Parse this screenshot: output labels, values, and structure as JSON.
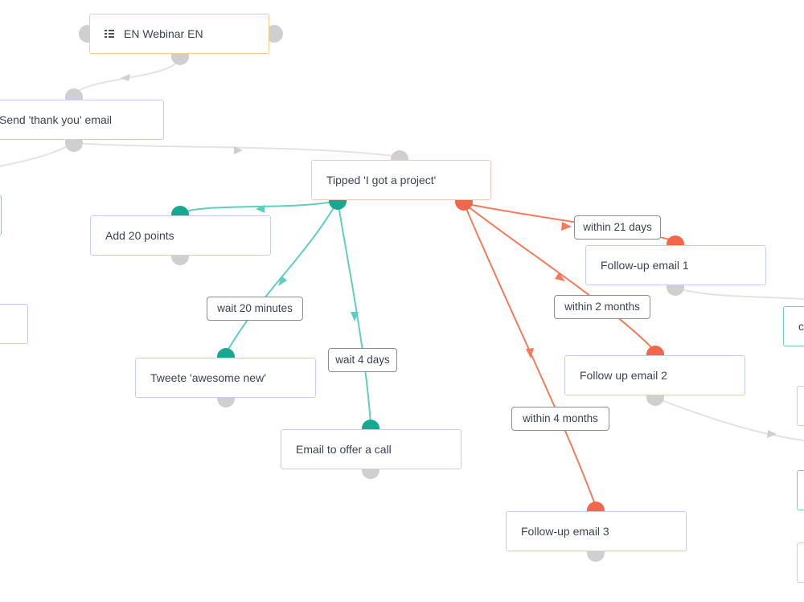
{
  "nodes": {
    "webinar": "EN Webinar EN",
    "thanks_email": "Send 'thank you' email",
    "tipped": "Tipped 'I got a project'",
    "add_points": "Add 20 points",
    "tweet": "Tweete 'awesome new'",
    "offer_call": "Email to offer a call",
    "followup1": "Follow-up email 1",
    "followup2": "Follow up email 2",
    "followup3": "Follow-up email 3",
    "edge_partial": "c"
  },
  "edge_labels": {
    "wait_20_min": "wait 20 minutes",
    "wait_4_days": "wait 4 days",
    "within_21_days": "within 21 days",
    "within_2_months": "within 2 months",
    "within_4_months": "within 4 months"
  },
  "icons": {
    "webinar_source": "list-icon"
  },
  "colors": {
    "teal_branch": "#5fcfbd",
    "coral_branch": "#f47a5d",
    "neutral_wire": "#e3e3e6",
    "teal_port": "#17a98f",
    "coral_port": "#f2664a",
    "grey_port": "#cfcfd2"
  }
}
